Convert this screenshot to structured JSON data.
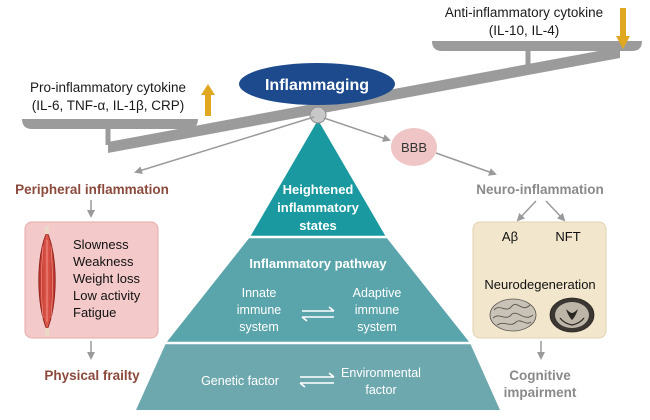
{
  "balance": {
    "title": "Inflammaging",
    "pro": {
      "line1": "Pro-inflammatory cytokine",
      "line2": "(IL-6, TNF-α, IL-1β, CRP)"
    },
    "anti": {
      "line1": "Anti-inflammatory cytokine",
      "line2": "(IL-10, IL-4)"
    }
  },
  "bbb": "BBB",
  "pyramid": {
    "top": [
      "Heightened",
      "inflammatory",
      "states"
    ],
    "middle_title": "Inflammatory pathway",
    "innate": [
      "Innate",
      "immune",
      "system"
    ],
    "adaptive": [
      "Adaptive",
      "immune",
      "system"
    ],
    "genetic": "Genetic factor",
    "environmental": [
      "Environmental",
      "factor"
    ]
  },
  "peripheral": {
    "title": "Peripheral inflammation",
    "symptoms": [
      "Slowness",
      "Weakness",
      "Weight loss",
      "Low activity",
      "Fatigue"
    ],
    "outcome": "Physical frailty"
  },
  "neuro": {
    "title": "Neuro-inflammation",
    "abeta": "Aβ",
    "nft": "NFT",
    "neurodegeneration": "Neurodegeneration",
    "outcome": [
      "Cognitive",
      "impairment"
    ]
  },
  "colors": {
    "navy": "#1d4a8c",
    "teal_dark": "#1a9aa0",
    "teal_mid": "#5aa4ab",
    "teal_light": "#6ea8af",
    "maroon": "#8b4a3c",
    "pink_box": "#f3c9c9",
    "beige_box": "#f2e6cc",
    "gold": "#e0a820",
    "gray": "#8a8a8a"
  }
}
